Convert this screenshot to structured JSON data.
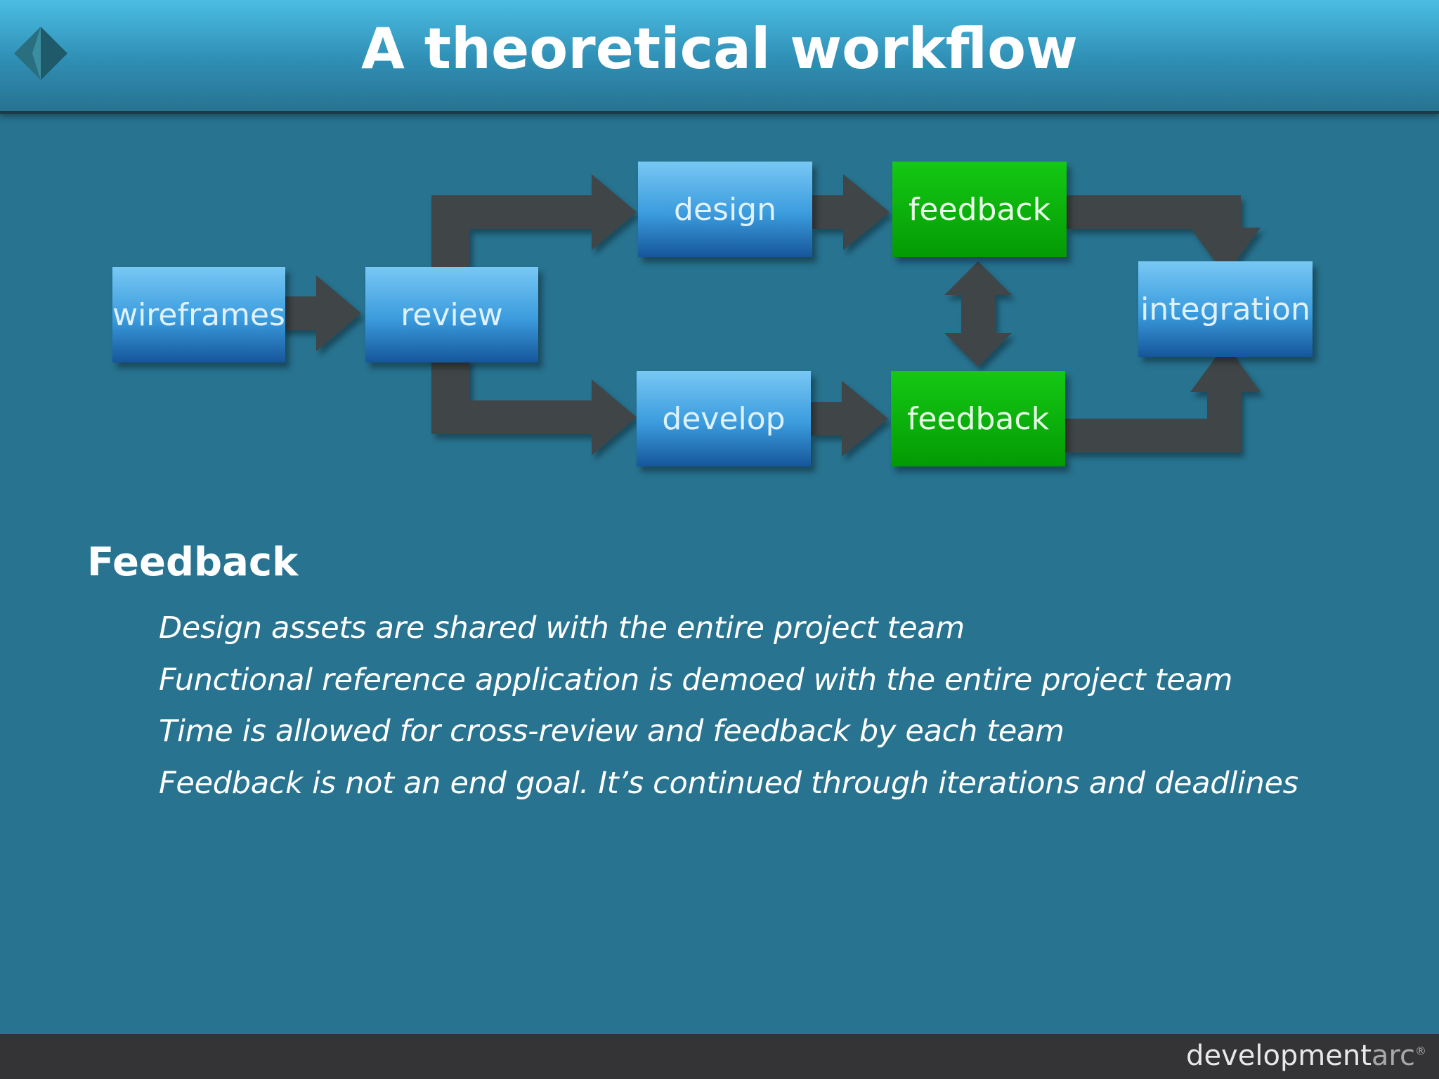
{
  "slide": {
    "title": "A theoretical workflow"
  },
  "diagram": {
    "nodes": {
      "wireframes": "wireframes",
      "review": "review",
      "design": "design",
      "develop": "develop",
      "feedback_top": "feedback",
      "feedback_bottom": "feedback",
      "integration": "integration"
    }
  },
  "content": {
    "heading": "Feedback",
    "bullets": [
      "Design assets are shared with the entire project team",
      "Functional reference application is demoed with the entire project team",
      "Time is allowed for cross-review and feedback by each team",
      "Feedback is not an end goal. It’s continued through iterations and deadlines"
    ]
  },
  "footer": {
    "brand_main": "development",
    "brand_light": "arc",
    "brand_mark": "®"
  },
  "colors": {
    "background": "#277390",
    "header": "#3aa6cf",
    "blue_box": "#3a9bdd",
    "green_box": "#049a04",
    "arrow": "#3f4446",
    "footer": "#343436"
  },
  "icons": {
    "logo": "developmentarc-diamond-logo-icon"
  }
}
